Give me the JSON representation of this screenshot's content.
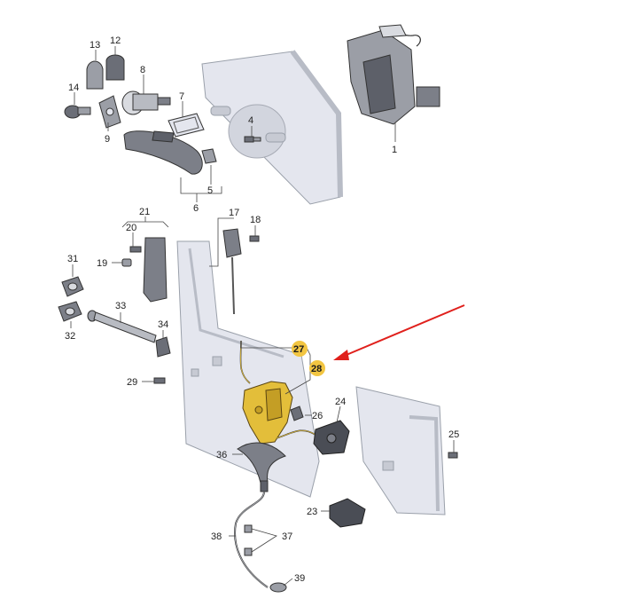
{
  "colors": {
    "panel": "#e4e6ee",
    "panel_edge": "#b8bcc6",
    "part_dark": "#4a4d55",
    "part_mid": "#9b9ea6",
    "part_light": "#d9dbe0",
    "highlight_part": "#e3be3a",
    "badge": "#f2c541",
    "arrow": "#e0201c"
  },
  "labels": {
    "p1": "1",
    "p4": "4",
    "p5": "5",
    "p6": "6",
    "p7": "7",
    "p8": "8",
    "p9": "9",
    "p12": "12",
    "p13": "13",
    "p14": "14",
    "p17": "17",
    "p18": "18",
    "p19": "19",
    "p20": "20",
    "p21": "21",
    "p23": "23",
    "p24": "24",
    "p25": "25",
    "p26": "26",
    "p27": "27",
    "p28": "28",
    "p29": "29",
    "p31": "31",
    "p32": "32",
    "p33": "33",
    "p34": "34",
    "p36": "36",
    "p37": "37",
    "p38": "38",
    "p39": "39"
  }
}
